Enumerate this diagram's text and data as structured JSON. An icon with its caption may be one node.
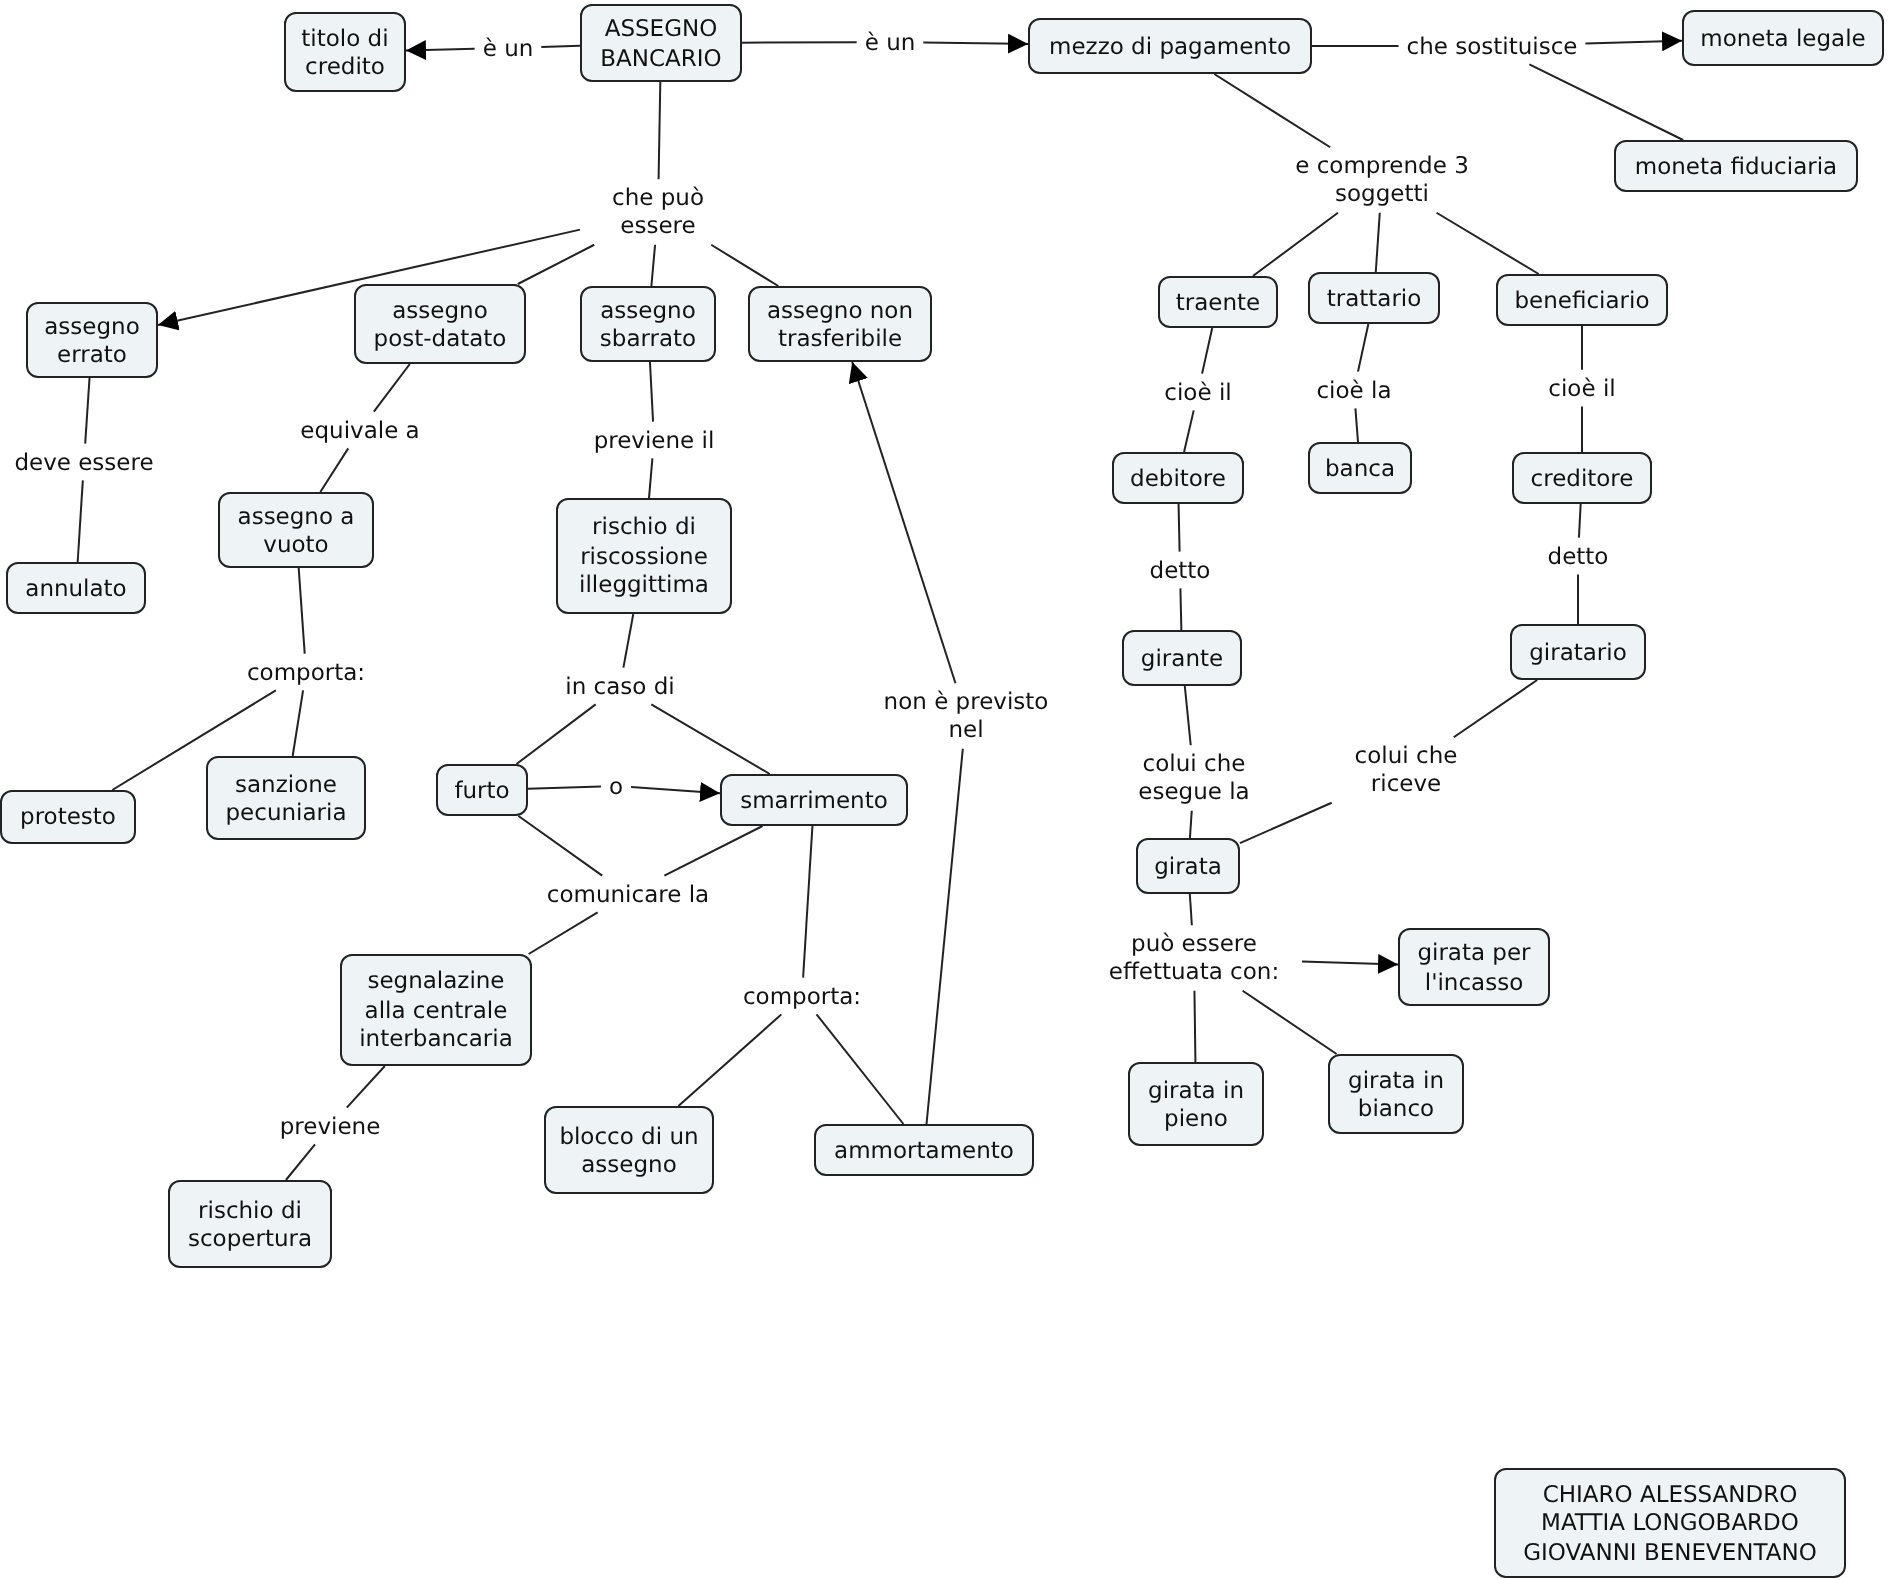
{
  "diagram": {
    "nodes": [
      {
        "text": [
          "ASSEGNO BANCARIO"
        ]
      },
      {
        "text": [
          "è un"
        ]
      },
      {
        "text": [
          "titolo di credito"
        ]
      },
      {
        "text": [
          "è un"
        ]
      },
      {
        "text": [
          "mezzo di pagamento"
        ]
      },
      {
        "text": [
          "che sostituisce"
        ]
      },
      {
        "text": [
          "moneta legale"
        ]
      },
      {
        "text": [
          "moneta fiduciaria"
        ]
      },
      {
        "text": [
          "che può essere"
        ]
      },
      {
        "text": [
          "assegno errato"
        ]
      },
      {
        "text": [
          "assegno post-datato"
        ]
      },
      {
        "text": [
          "assegno sbarrato"
        ]
      },
      {
        "text": [
          "assegno non trasferibile"
        ]
      },
      {
        "text": [
          "deve essere"
        ]
      },
      {
        "text": [
          "annulato"
        ]
      },
      {
        "text": [
          "equivale a"
        ]
      },
      {
        "text": [
          "assegno a vuoto"
        ]
      },
      {
        "text": [
          "previene il"
        ]
      },
      {
        "text": [
          "rischio di riscossione illeggittima"
        ]
      },
      {
        "text": [
          "comporta:"
        ]
      },
      {
        "text": [
          "protesto"
        ]
      },
      {
        "text": [
          "sanzione pecuniaria"
        ]
      },
      {
        "text": [
          "in caso di"
        ]
      },
      {
        "text": [
          "furto"
        ]
      },
      {
        "text": [
          "o"
        ]
      },
      {
        "text": [
          "smarrimento"
        ]
      },
      {
        "text": [
          "non è previsto nel"
        ]
      },
      {
        "text": [
          "comunicare la"
        ]
      },
      {
        "text": [
          "segnalazine alla centrale interbancaria"
        ]
      },
      {
        "text": [
          "comporta:"
        ]
      },
      {
        "text": [
          "previene"
        ]
      },
      {
        "text": [
          "rischio di scopertura"
        ]
      },
      {
        "text": [
          "blocco di un assegno"
        ]
      },
      {
        "text": [
          "ammortamento"
        ]
      },
      {
        "text": [
          "e comprende 3 soggetti"
        ]
      },
      {
        "text": [
          "traente"
        ]
      },
      {
        "text": [
          "trattario"
        ]
      },
      {
        "text": [
          "beneficiario"
        ]
      },
      {
        "text": [
          "cioè il"
        ]
      },
      {
        "text": [
          "cioè la"
        ]
      },
      {
        "text": [
          "cioè il"
        ]
      },
      {
        "text": [
          "debitore"
        ]
      },
      {
        "text": [
          "banca"
        ]
      },
      {
        "text": [
          "creditore"
        ]
      },
      {
        "text": [
          "detto"
        ]
      },
      {
        "text": [
          "detto"
        ]
      },
      {
        "text": [
          "girante"
        ]
      },
      {
        "text": [
          "giratario"
        ]
      },
      {
        "text": [
          "colui che esegue la"
        ]
      },
      {
        "text": [
          "colui che riceve"
        ]
      },
      {
        "text": [
          "girata"
        ]
      },
      {
        "text": [
          "può essere effettuata con:"
        ]
      },
      {
        "text": [
          "girata per l'incasso"
        ]
      },
      {
        "text": [
          "girata in pieno"
        ]
      },
      {
        "text": [
          "girata in bianco"
        ]
      },
      {
        "text": [
          "CHIARO ALESSANDRO",
          "MATTIA LONGOBARDO",
          "GIOVANNI BENEVENTANO"
        ]
      }
    ],
    "edges": [
      {
        "from": 0,
        "to": 1,
        "arrow": "none"
      },
      {
        "from": 1,
        "to": 2,
        "arrow": "to"
      },
      {
        "from": 0,
        "to": 3,
        "arrow": "none"
      },
      {
        "from": 3,
        "to": 4,
        "arrow": "to"
      },
      {
        "from": 4,
        "to": 5,
        "arrow": "none"
      },
      {
        "from": 5,
        "to": 6,
        "arrow": "to"
      },
      {
        "from": 5,
        "to": 7,
        "arrow": "none"
      },
      {
        "from": 0,
        "to": 8,
        "arrow": "none"
      },
      {
        "from": 8,
        "to": 9,
        "arrow": "to"
      },
      {
        "from": 8,
        "to": 10,
        "arrow": "none"
      },
      {
        "from": 8,
        "to": 11,
        "arrow": "none"
      },
      {
        "from": 8,
        "to": 12,
        "arrow": "none"
      },
      {
        "from": 9,
        "to": 13,
        "arrow": "none"
      },
      {
        "from": 13,
        "to": 14,
        "arrow": "none"
      },
      {
        "from": 10,
        "to": 15,
        "arrow": "none"
      },
      {
        "from": 15,
        "to": 16,
        "arrow": "none"
      },
      {
        "from": 11,
        "to": 17,
        "arrow": "none"
      },
      {
        "from": 17,
        "to": 18,
        "arrow": "none"
      },
      {
        "from": 16,
        "to": 19,
        "arrow": "none"
      },
      {
        "from": 19,
        "to": 20,
        "arrow": "none"
      },
      {
        "from": 19,
        "to": 21,
        "arrow": "none"
      },
      {
        "from": 18,
        "to": 22,
        "arrow": "none"
      },
      {
        "from": 22,
        "to": 23,
        "arrow": "none"
      },
      {
        "from": 22,
        "to": 25,
        "arrow": "none"
      },
      {
        "from": 23,
        "to": 24,
        "arrow": "none"
      },
      {
        "from": 24,
        "to": 25,
        "arrow": "to"
      },
      {
        "from": 23,
        "to": 27,
        "arrow": "none"
      },
      {
        "from": 25,
        "to": 27,
        "arrow": "none"
      },
      {
        "from": 27,
        "to": 28,
        "arrow": "none"
      },
      {
        "from": 25,
        "to": 29,
        "arrow": "none"
      },
      {
        "from": 29,
        "to": 32,
        "arrow": "none"
      },
      {
        "from": 29,
        "to": 33,
        "arrow": "none"
      },
      {
        "from": 28,
        "to": 30,
        "arrow": "none"
      },
      {
        "from": 30,
        "to": 31,
        "arrow": "none"
      },
      {
        "from": 33,
        "to": 26,
        "arrow": "none"
      },
      {
        "from": 26,
        "to": 12,
        "arrow": "to"
      },
      {
        "from": 4,
        "to": 34,
        "arrow": "none"
      },
      {
        "from": 34,
        "to": 35,
        "arrow": "none"
      },
      {
        "from": 34,
        "to": 36,
        "arrow": "none"
      },
      {
        "from": 34,
        "to": 37,
        "arrow": "none"
      },
      {
        "from": 35,
        "to": 38,
        "arrow": "none"
      },
      {
        "from": 38,
        "to": 41,
        "arrow": "none"
      },
      {
        "from": 36,
        "to": 39,
        "arrow": "none"
      },
      {
        "from": 39,
        "to": 42,
        "arrow": "none"
      },
      {
        "from": 37,
        "to": 40,
        "arrow": "none"
      },
      {
        "from": 40,
        "to": 43,
        "arrow": "none"
      },
      {
        "from": 41,
        "to": 44,
        "arrow": "none"
      },
      {
        "from": 44,
        "to": 46,
        "arrow": "none"
      },
      {
        "from": 43,
        "to": 45,
        "arrow": "none"
      },
      {
        "from": 45,
        "to": 47,
        "arrow": "none"
      },
      {
        "from": 46,
        "to": 48,
        "arrow": "none"
      },
      {
        "from": 48,
        "to": 50,
        "arrow": "none"
      },
      {
        "from": 47,
        "to": 49,
        "arrow": "none"
      },
      {
        "from": 49,
        "to": 50,
        "arrow": "none"
      },
      {
        "from": 50,
        "to": 51,
        "arrow": "none"
      },
      {
        "from": 51,
        "to": 52,
        "arrow": "to"
      },
      {
        "from": 51,
        "to": 53,
        "arrow": "none"
      },
      {
        "from": 51,
        "to": 54,
        "arrow": "none"
      }
    ]
  }
}
